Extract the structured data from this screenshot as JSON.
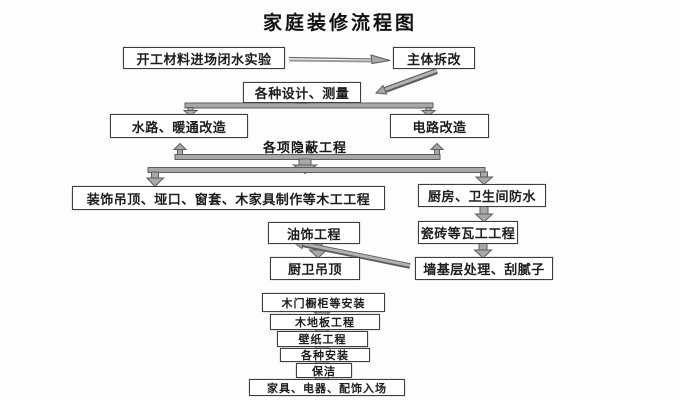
{
  "title": "家庭装修流程图",
  "colors": {
    "background": "#fdfdfd",
    "box_border": "#3e3e3e",
    "box_fill": "#ffffff",
    "text": "#1c1c1c",
    "connector_fill": "#a8a8a8",
    "connector_stroke": "#5c5c5c"
  },
  "nodes": {
    "start": "开工材料进场闭水实验",
    "demolition": "主体拆改",
    "design": "各种设计、测量",
    "water_heating": "水路、暖通改造",
    "electric": "电路改造",
    "hidden_works": "各项隐蔽工程",
    "carpentry": "装饰吊顶、垭口、窗套、木家具制作等木工工程",
    "waterproof": "厨房、卫生间防水",
    "paint": "油饰工程",
    "tile": "瓷砖等瓦工工程",
    "kb_ceiling": "厨卫吊顶",
    "wall_base": "墙基层处理、刮腻子",
    "doors_cabinets": "木门橱柜等安装",
    "wood_floor": "木地板工程",
    "wallpaper": "壁纸工程",
    "various_install": "各种安装",
    "cleaning": "保洁",
    "furniture": "家具、电器、配饰入场"
  },
  "edges": [
    {
      "from": "start",
      "to": "demolition"
    },
    {
      "from": "demolition",
      "to": "design"
    },
    {
      "from": "design",
      "to": "water_heating"
    },
    {
      "from": "design",
      "to": "electric"
    },
    {
      "from": "water_heating",
      "to": "hidden_works"
    },
    {
      "from": "electric",
      "to": "hidden_works"
    },
    {
      "from": "hidden_works",
      "to": "carpentry"
    },
    {
      "from": "hidden_works",
      "to": "waterproof"
    },
    {
      "from": "waterproof",
      "to": "tile"
    },
    {
      "from": "tile",
      "to": "wall_base"
    },
    {
      "from": "wall_base",
      "to": "paint"
    },
    {
      "from": "paint",
      "to": "kb_ceiling"
    },
    {
      "from": "doors_cabinets",
      "to": "wood_floor"
    },
    {
      "from": "wood_floor",
      "to": "wallpaper"
    },
    {
      "from": "wallpaper",
      "to": "various_install"
    },
    {
      "from": "various_install",
      "to": "cleaning"
    },
    {
      "from": "cleaning",
      "to": "furniture"
    }
  ]
}
